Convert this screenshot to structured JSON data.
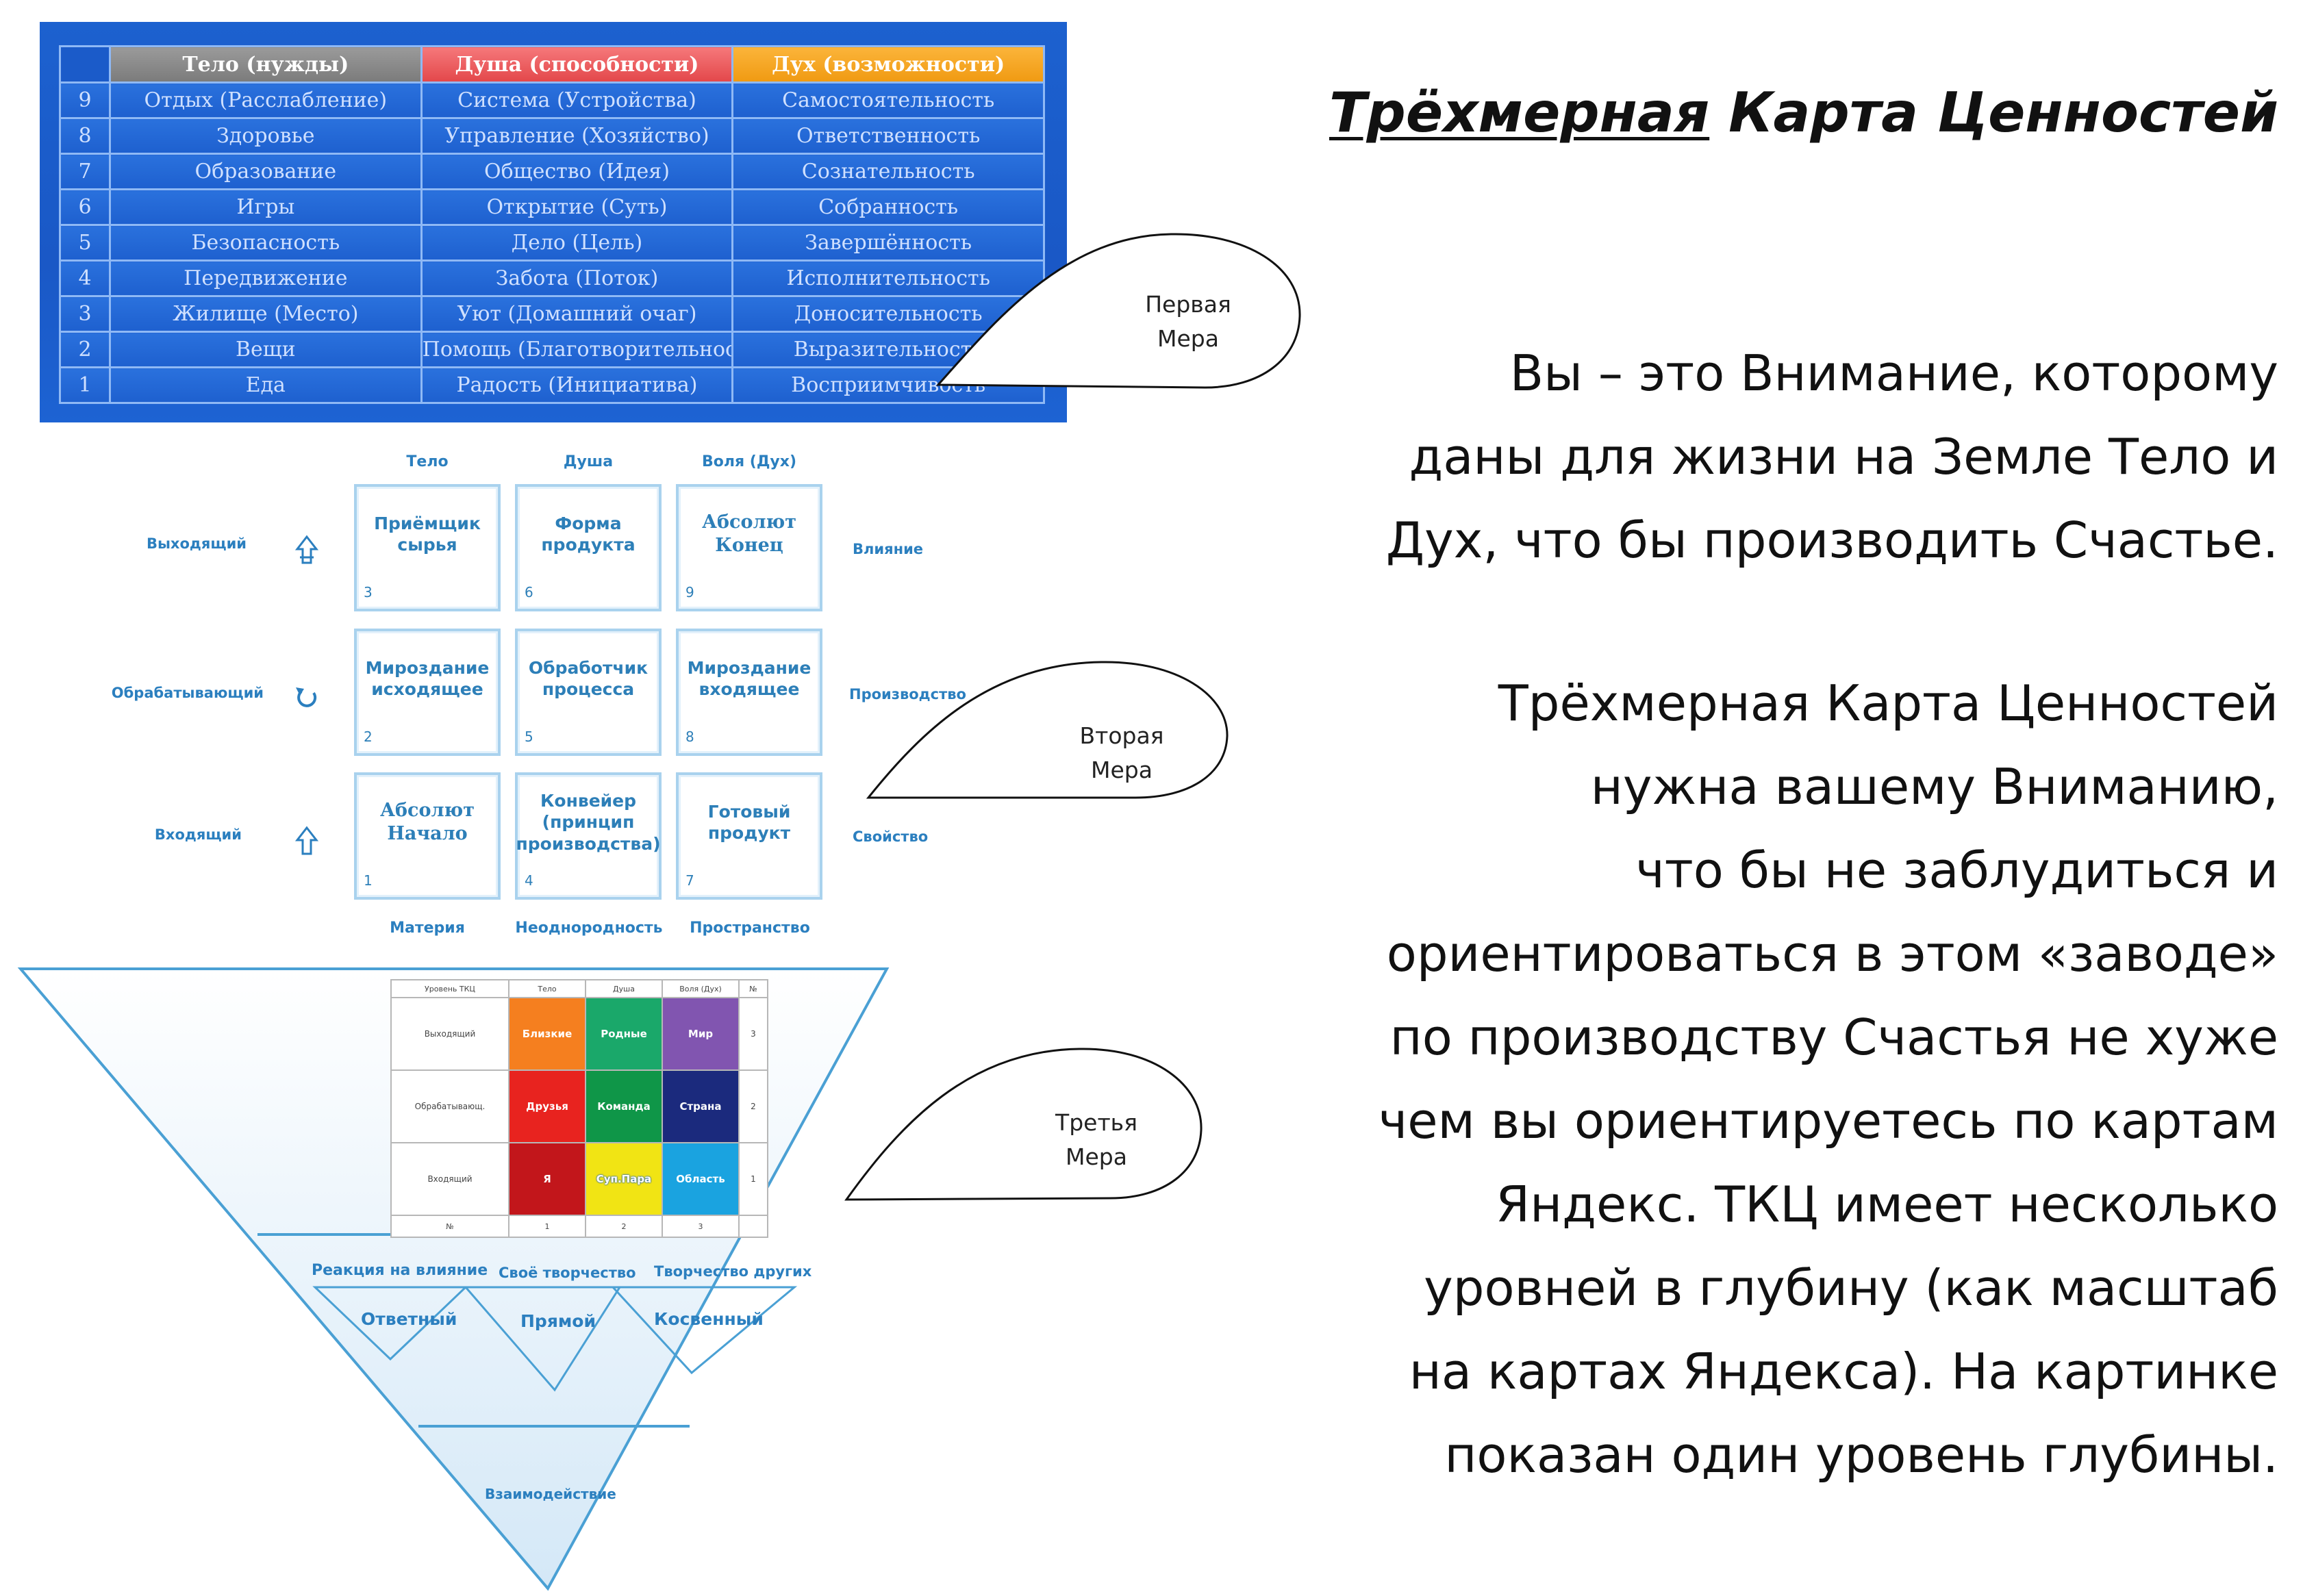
{
  "table1": {
    "headers": [
      "Тело (нужды)",
      "Душа (способности)",
      "Дух (возможности)"
    ],
    "rows": [
      {
        "num": "9",
        "c1": "Отдых (Расслабление)",
        "c2": "Система (Устройства)",
        "c3": "Самостоятельность"
      },
      {
        "num": "8",
        "c1": "Здоровье",
        "c2": "Управление (Хозяйство)",
        "c3": "Ответственность"
      },
      {
        "num": "7",
        "c1": "Образование",
        "c2": "Общество (Идея)",
        "c3": "Сознательность"
      },
      {
        "num": "6",
        "c1": "Игры",
        "c2": "Открытие (Суть)",
        "c3": "Собранность"
      },
      {
        "num": "5",
        "c1": "Безопасность",
        "c2": "Дело (Цель)",
        "c3": "Завершённость"
      },
      {
        "num": "4",
        "c1": "Передвижение",
        "c2": "Забота (Поток)",
        "c3": "Исполнительность"
      },
      {
        "num": "3",
        "c1": "Жилище (Место)",
        "c2": "Уют (Домашний очаг)",
        "c3": "Доносительность"
      },
      {
        "num": "2",
        "c1": "Вещи",
        "c2": "Помощь (Благотворительность)",
        "c3": "Выразительность"
      },
      {
        "num": "1",
        "c1": "Еда",
        "c2": "Радость (Инициатива)",
        "c3": "Восприимчивость"
      }
    ]
  },
  "callouts": {
    "first": [
      "Первая",
      "Мера"
    ],
    "second": [
      "Вторая",
      "Мера"
    ],
    "third": [
      "Третья",
      "Мера"
    ]
  },
  "grid": {
    "col_heads": [
      "Тело",
      "Душа",
      "Воля (Дух)"
    ],
    "col_foots": [
      "Материя",
      "Неоднородность",
      "Пространство"
    ],
    "row_left": [
      "Выходящий",
      "Обрабатывающий",
      "Входящий"
    ],
    "row_right": [
      "Влияние",
      "Производство",
      "Свойство"
    ],
    "cells": [
      {
        "label": "Приёмщик сырья",
        "num": "3"
      },
      {
        "label": "Форма продукта",
        "num": "6"
      },
      {
        "label": "Абсолют Конец",
        "num": "9"
      },
      {
        "label": "Мироздание исходящее",
        "num": "2"
      },
      {
        "label": "Обработчик процесса",
        "num": "5"
      },
      {
        "label": "Мироздание входящее",
        "num": "8"
      },
      {
        "label": "Абсолют Начало",
        "num": "1"
      },
      {
        "label": "Конвейер (принцип производства)",
        "num": "4"
      },
      {
        "label": "Готовый продукт",
        "num": "7"
      }
    ],
    "icons": {
      "up_outline": "arrow-up-outline-icon",
      "cycle": "cycle-arrow-icon"
    }
  },
  "table2": {
    "header": [
      "Уровень ТКЦ",
      "Тело",
      "Душа",
      "Воля (Дух)",
      "№"
    ],
    "rows": [
      {
        "level": "Выходящий",
        "cells": [
          "Близкие",
          "Родные",
          "Мир"
        ],
        "num": "3",
        "colors": [
          "#f57f1f",
          "#1aa86a",
          "#8155b0"
        ]
      },
      {
        "level": "Обрабатывающ.",
        "cells": [
          "Друзья",
          "Команда",
          "Страна"
        ],
        "num": "2",
        "colors": [
          "#e8231f",
          "#0f9648",
          "#1b2a7d"
        ]
      },
      {
        "level": "Входящий",
        "cells": [
          "Я",
          "Суп.Пара",
          "Область"
        ],
        "num": "1",
        "colors": [
          "#c2161b",
          "#f1e414",
          "#1aa3e0"
        ]
      }
    ],
    "footer": [
      "№",
      "1",
      "2",
      "3",
      ""
    ]
  },
  "triangle": {
    "top_labels": [
      "Реакция на влияние",
      "Своё творчество",
      "Творчество других"
    ],
    "inner_labels": [
      "Ответный",
      "Прямой",
      "Косвенный"
    ],
    "bottom_label": "Взаимодействие"
  },
  "text": {
    "title_underlined": "Трёхмерная",
    "title_rest": " Карта Ценностей",
    "para1": [
      "Вы – это Внимание, которому",
      "даны для жизни на Земле Тело и",
      "Дух, что бы производить Счастье."
    ],
    "para2": [
      "Трёхмерная Карта Ценностей",
      "нужна вашему Вниманию,",
      "что бы не заблудиться и",
      "ориентироваться в этом «заводе»",
      "по производству Счастья не хуже",
      "чем вы ориентируетесь по картам",
      "Яндекс. ТКЦ имеет несколько",
      "уровней в глубину (как масштаб",
      "на картах Яндекса). На картинке",
      "показан один уровень глубины."
    ]
  }
}
